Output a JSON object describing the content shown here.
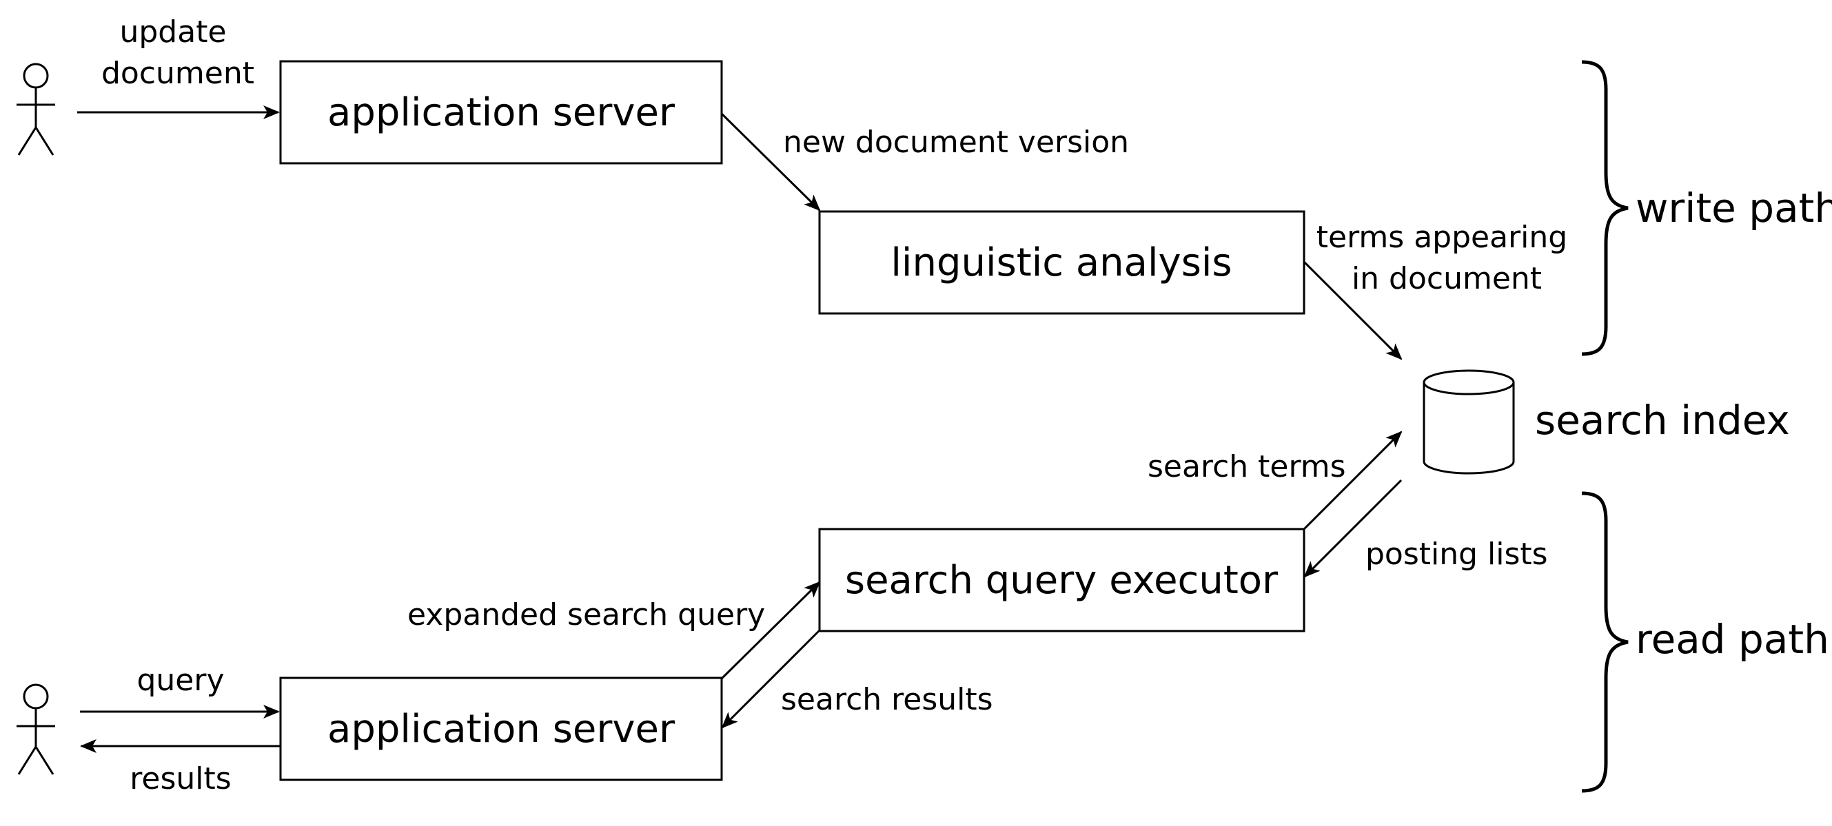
{
  "nodes": {
    "app_server_write": "application server",
    "linguistic_analysis": "linguistic analysis",
    "search_index": "search index",
    "search_query_executor": "search query executor",
    "app_server_read": "application server"
  },
  "edges": {
    "update_document": [
      "update",
      "document"
    ],
    "new_document_version": "new document version",
    "terms_appearing": [
      "terms appearing",
      "in document"
    ],
    "search_terms": "search terms",
    "posting_lists": "posting lists",
    "expanded_search_query": "expanded search query",
    "search_results": "search results",
    "query": "query",
    "results": "results"
  },
  "groups": {
    "write_path": "write path",
    "read_path": "read path"
  }
}
